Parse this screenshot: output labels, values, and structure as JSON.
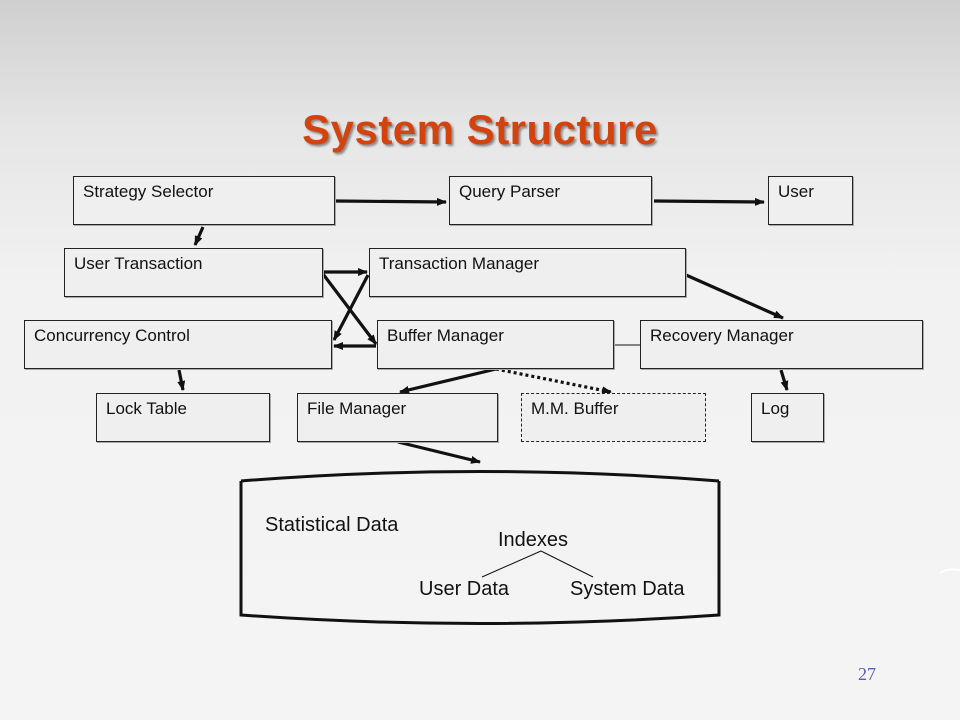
{
  "title": "System Structure",
  "boxes": {
    "strategy_selector": "Strategy Selector",
    "query_parser": "Query Parser",
    "user": "User",
    "user_transaction": "User Transaction",
    "transaction_manager": "Transaction Manager",
    "concurrency_control": "Concurrency Control",
    "buffer_manager": "Buffer Manager",
    "recovery_manager": "Recovery Manager",
    "lock_table": "Lock Table",
    "file_manager": "File Manager",
    "mm_buffer": "M.M. Buffer",
    "log": "Log"
  },
  "database": {
    "statistical_data": "Statistical Data",
    "indexes": "Indexes",
    "user_data": "User Data",
    "system_data": "System Data"
  },
  "page_number": "27",
  "colors": {
    "title": "#d4420e",
    "page_number": "#5b5bb0"
  }
}
